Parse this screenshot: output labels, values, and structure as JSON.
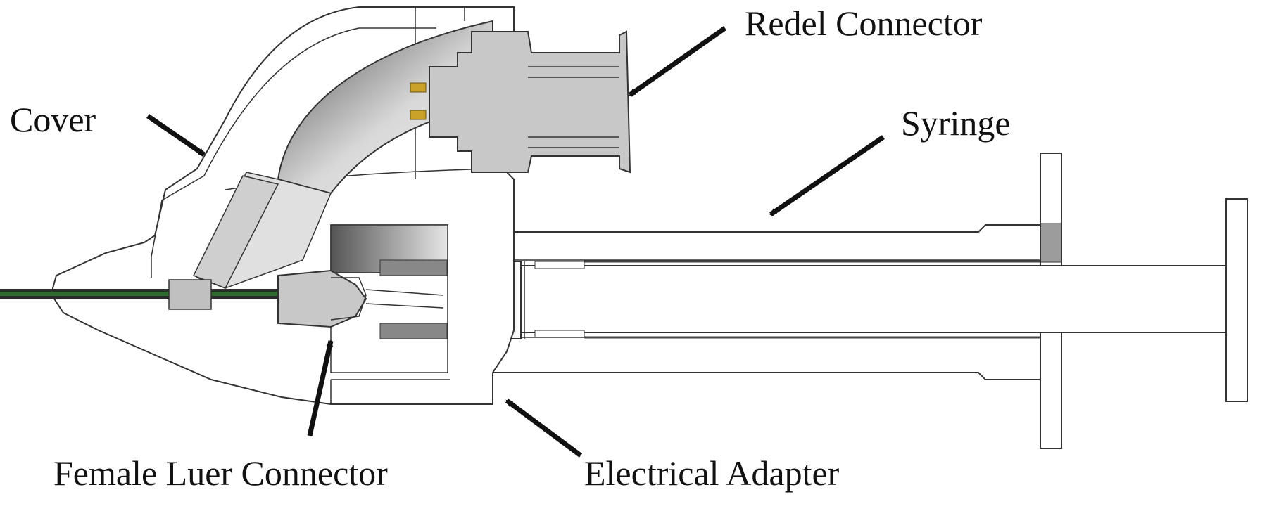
{
  "labels": {
    "redel_connector": "Redel Connector",
    "cover": "Cover",
    "syringe": "Syringe",
    "female_luer_connector": "Female Luer Connector",
    "electrical_adapter": "Electrical Adapter"
  },
  "colors": {
    "outline": "#333333",
    "connector_gray": "#c8c8c8",
    "dark_gray": "#6a6a6a",
    "cable_green": "#2f6b2f",
    "pin_gold": "#c9a227"
  }
}
